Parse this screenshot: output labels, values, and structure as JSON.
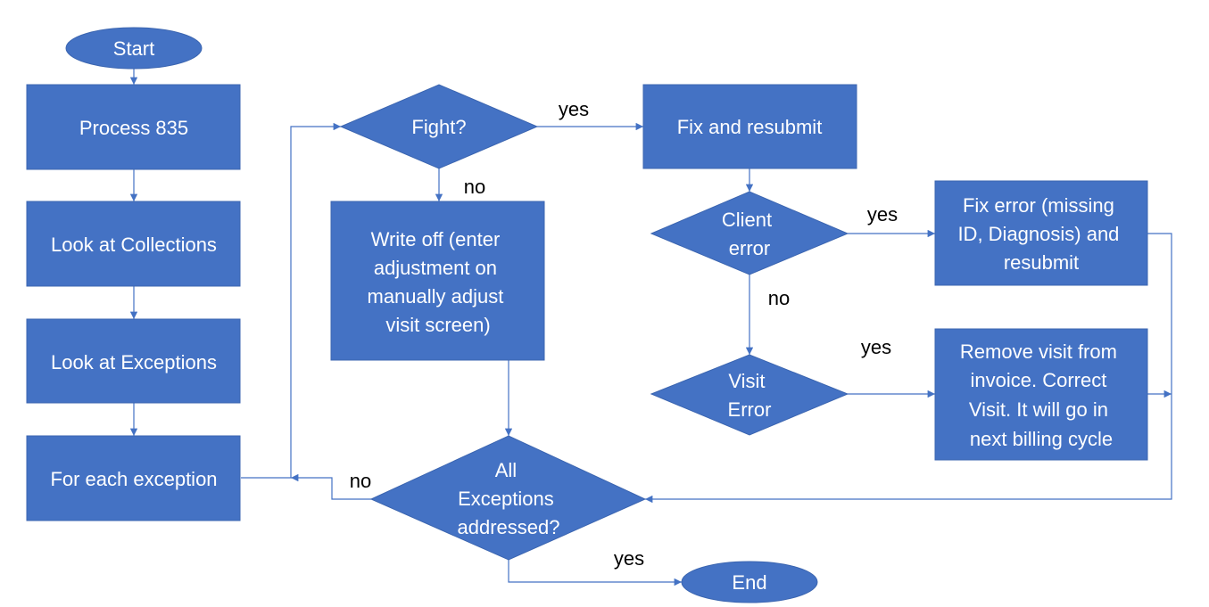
{
  "colors": {
    "shape_fill": "#4472C4",
    "connector": "#4472C4",
    "node_text": "#ffffff",
    "label_text": "#000000"
  },
  "nodes": {
    "start": "Start",
    "process_835": "Process 835",
    "look_collections": "Look at Collections",
    "look_exceptions": "Look at Exceptions",
    "for_each_exception": "For each exception",
    "fight": "Fight?",
    "fix_resubmit": "Fix and resubmit",
    "write_off": [
      "Write off (enter",
      "adjustment on",
      "manually adjust",
      "visit screen)"
    ],
    "client_error": [
      "Client",
      "error"
    ],
    "fix_error": [
      "Fix error (missing",
      "ID, Diagnosis) and",
      "resubmit"
    ],
    "visit_error": [
      "Visit",
      "Error"
    ],
    "remove_visit": [
      "Remove visit from",
      "invoice. Correct",
      "Visit. It will go in",
      "next billing cycle"
    ],
    "all_addressed": [
      "All",
      "Exceptions",
      "addressed?"
    ],
    "end": "End"
  },
  "edge_labels": {
    "fight_yes": "yes",
    "fight_no": "no",
    "client_yes": "yes",
    "client_no": "no",
    "visit_yes": "yes",
    "all_no": "no",
    "all_yes": "yes"
  }
}
